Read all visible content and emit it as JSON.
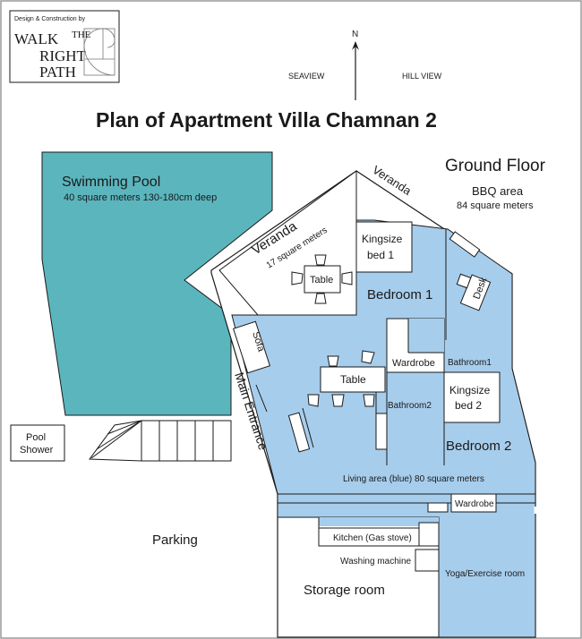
{
  "logo": {
    "tagline": "Design & Construction by",
    "line1": "WALK",
    "line1_sup": "THE",
    "line2": "RIGHT",
    "line3": "PATH"
  },
  "compass": {
    "north": "N",
    "left": "SEAVIEW",
    "right": "HILL VIEW"
  },
  "title": "Plan of Apartment Villa Chamnan 2",
  "floor": "Ground Floor",
  "bbq": {
    "name": "BBQ area",
    "size": "84 square meters"
  },
  "pool": {
    "name": "Swimming Pool",
    "desc": "40 square meters 130-180cm deep"
  },
  "pool_shower": {
    "line1": "Pool",
    "line2": "Shower"
  },
  "parking": "Parking",
  "veranda_top": "Veranda",
  "veranda": {
    "name": "Veranda",
    "size": "17 square meters"
  },
  "rooms": {
    "bedroom1": "Bedroom 1",
    "kingsize1_line1": "Kingsize",
    "kingsize1_line2": "bed 1",
    "desk": "Desk",
    "veranda_table": "Table",
    "sofa": "Sofa",
    "main_entrance": "Main Entrance",
    "living_table": "Table",
    "wardrobe1": "Wardrobe",
    "bathroom1": "Bathroom1",
    "bathroom2": "Bathroom2",
    "kingsize2_line1": "Kingsize",
    "kingsize2_line2": "bed 2",
    "bedroom2": "Bedroom 2",
    "living_area": "Living area (blue) 80 square meters",
    "wardrobe2": "Wardrobe",
    "kitchen": "Kitchen (Gas stove)",
    "washing": "Washing machine",
    "yoga": "Yoga/Exercise room",
    "storage": "Storage room"
  },
  "colors": {
    "pool": "#5bb5bd",
    "living": "#a7cdec",
    "wall": "#1a1a1a",
    "border": "#9a9a9a"
  }
}
